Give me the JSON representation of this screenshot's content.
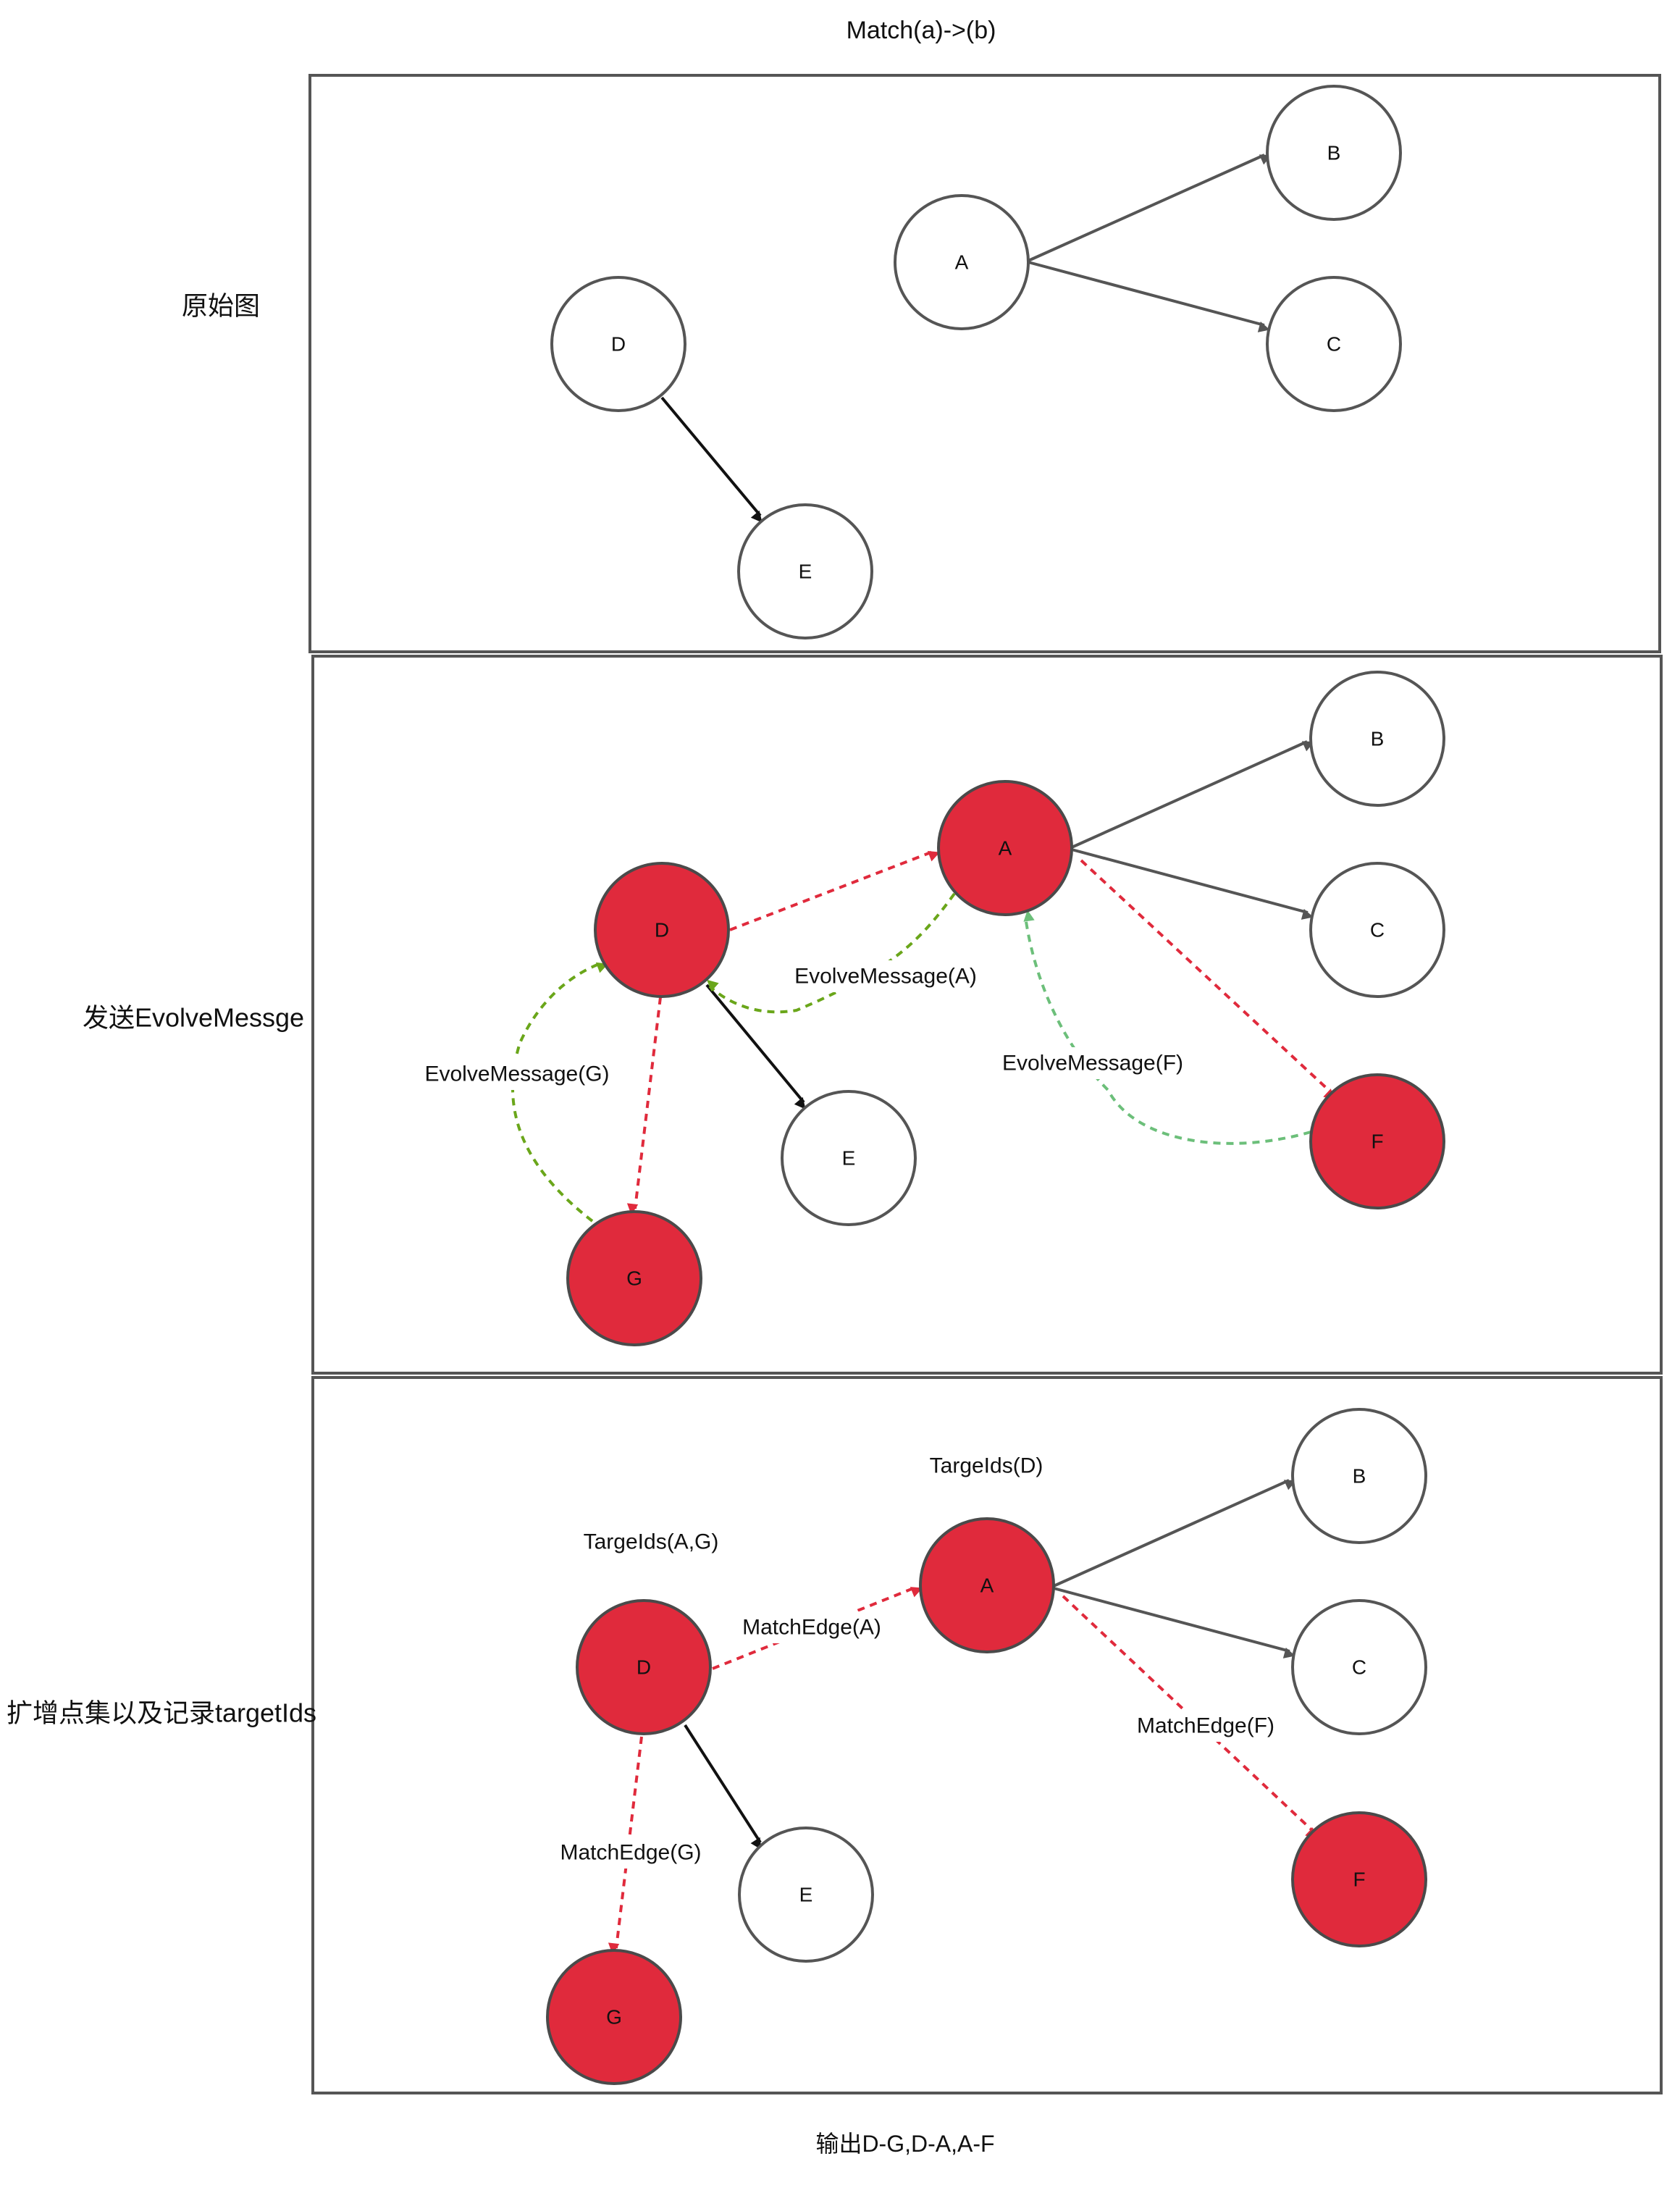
{
  "title": "Match(a)->(b)",
  "footer": "输出D-G,D-A,A-F",
  "colors": {
    "highlight_node": "#e02a3c",
    "node_stroke": "#555555",
    "evolve_message_edge": "#6aa61a",
    "evolve_message_edge_light": "#6cbf7a"
  },
  "sections": [
    {
      "label": "原始图",
      "nodes": [
        {
          "id": "A",
          "label": "A",
          "highlighted": false
        },
        {
          "id": "B",
          "label": "B",
          "highlighted": false
        },
        {
          "id": "C",
          "label": "C",
          "highlighted": false
        },
        {
          "id": "D",
          "label": "D",
          "highlighted": false
        },
        {
          "id": "E",
          "label": "E",
          "highlighted": false
        }
      ],
      "edges": [
        {
          "from": "A",
          "to": "B",
          "style": "solid",
          "label": ""
        },
        {
          "from": "A",
          "to": "C",
          "style": "solid",
          "label": ""
        },
        {
          "from": "D",
          "to": "E",
          "style": "solid",
          "label": ""
        }
      ],
      "annotations": []
    },
    {
      "label": "发送EvolveMessge",
      "nodes": [
        {
          "id": "A",
          "label": "A",
          "highlighted": true
        },
        {
          "id": "B",
          "label": "B",
          "highlighted": false
        },
        {
          "id": "C",
          "label": "C",
          "highlighted": false
        },
        {
          "id": "D",
          "label": "D",
          "highlighted": true
        },
        {
          "id": "E",
          "label": "E",
          "highlighted": false
        },
        {
          "id": "F",
          "label": "F",
          "highlighted": true
        },
        {
          "id": "G",
          "label": "G",
          "highlighted": true
        }
      ],
      "edges": [
        {
          "from": "A",
          "to": "B",
          "style": "solid",
          "label": ""
        },
        {
          "from": "A",
          "to": "C",
          "style": "solid",
          "label": ""
        },
        {
          "from": "D",
          "to": "E",
          "style": "solid",
          "label": ""
        },
        {
          "from": "D",
          "to": "A",
          "style": "dashed",
          "label": ""
        },
        {
          "from": "D",
          "to": "G",
          "style": "dashed",
          "label": ""
        },
        {
          "from": "A",
          "to": "F",
          "style": "dashed",
          "label": ""
        },
        {
          "from": "A",
          "to": "D",
          "style": "message",
          "label": "EvolveMessage(A)"
        },
        {
          "from": "G",
          "to": "D",
          "style": "message",
          "label": "EvolveMessage(G)"
        },
        {
          "from": "F",
          "to": "A",
          "style": "message",
          "label": "EvolveMessage(F)"
        }
      ],
      "annotations": []
    },
    {
      "label": "扩增点集以及记录targetIds",
      "nodes": [
        {
          "id": "A",
          "label": "A",
          "highlighted": true
        },
        {
          "id": "B",
          "label": "B",
          "highlighted": false
        },
        {
          "id": "C",
          "label": "C",
          "highlighted": false
        },
        {
          "id": "D",
          "label": "D",
          "highlighted": true
        },
        {
          "id": "E",
          "label": "E",
          "highlighted": false
        },
        {
          "id": "F",
          "label": "F",
          "highlighted": true
        },
        {
          "id": "G",
          "label": "G",
          "highlighted": true
        }
      ],
      "edges": [
        {
          "from": "A",
          "to": "B",
          "style": "solid",
          "label": ""
        },
        {
          "from": "A",
          "to": "C",
          "style": "solid",
          "label": ""
        },
        {
          "from": "D",
          "to": "E",
          "style": "solid",
          "label": ""
        },
        {
          "from": "D",
          "to": "A",
          "style": "dashed",
          "label": "MatchEdge(A)"
        },
        {
          "from": "D",
          "to": "G",
          "style": "dashed",
          "label": "MatchEdge(G)"
        },
        {
          "from": "A",
          "to": "F",
          "style": "dashed",
          "label": "MatchEdge(F)"
        }
      ],
      "annotations": [
        {
          "target": "D",
          "text": "TargeIds(A,G)"
        },
        {
          "target": "A",
          "text": "TargeIds(D)"
        }
      ]
    }
  ]
}
